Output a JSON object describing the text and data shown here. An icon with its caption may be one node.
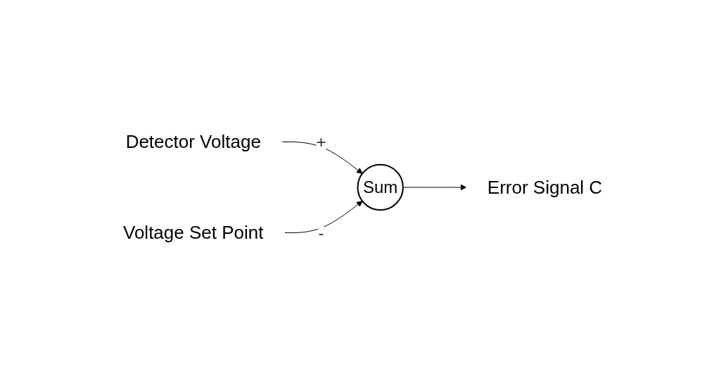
{
  "diagram": {
    "nodes": [
      {
        "text": [
          "Detector Voltage"
        ]
      },
      {
        "text": [
          "Sum"
        ]
      },
      {
        "text": [
          "Voltage Set Point"
        ]
      },
      {
        "text": [
          "Error Signal C"
        ]
      }
    ],
    "edges": [
      {
        "from": 0,
        "to": 1,
        "label": "+",
        "arrow": "to"
      },
      {
        "from": 2,
        "to": 1,
        "label": "-",
        "arrow": "to"
      },
      {
        "from": 1,
        "to": 3,
        "arrow": "to"
      }
    ]
  }
}
